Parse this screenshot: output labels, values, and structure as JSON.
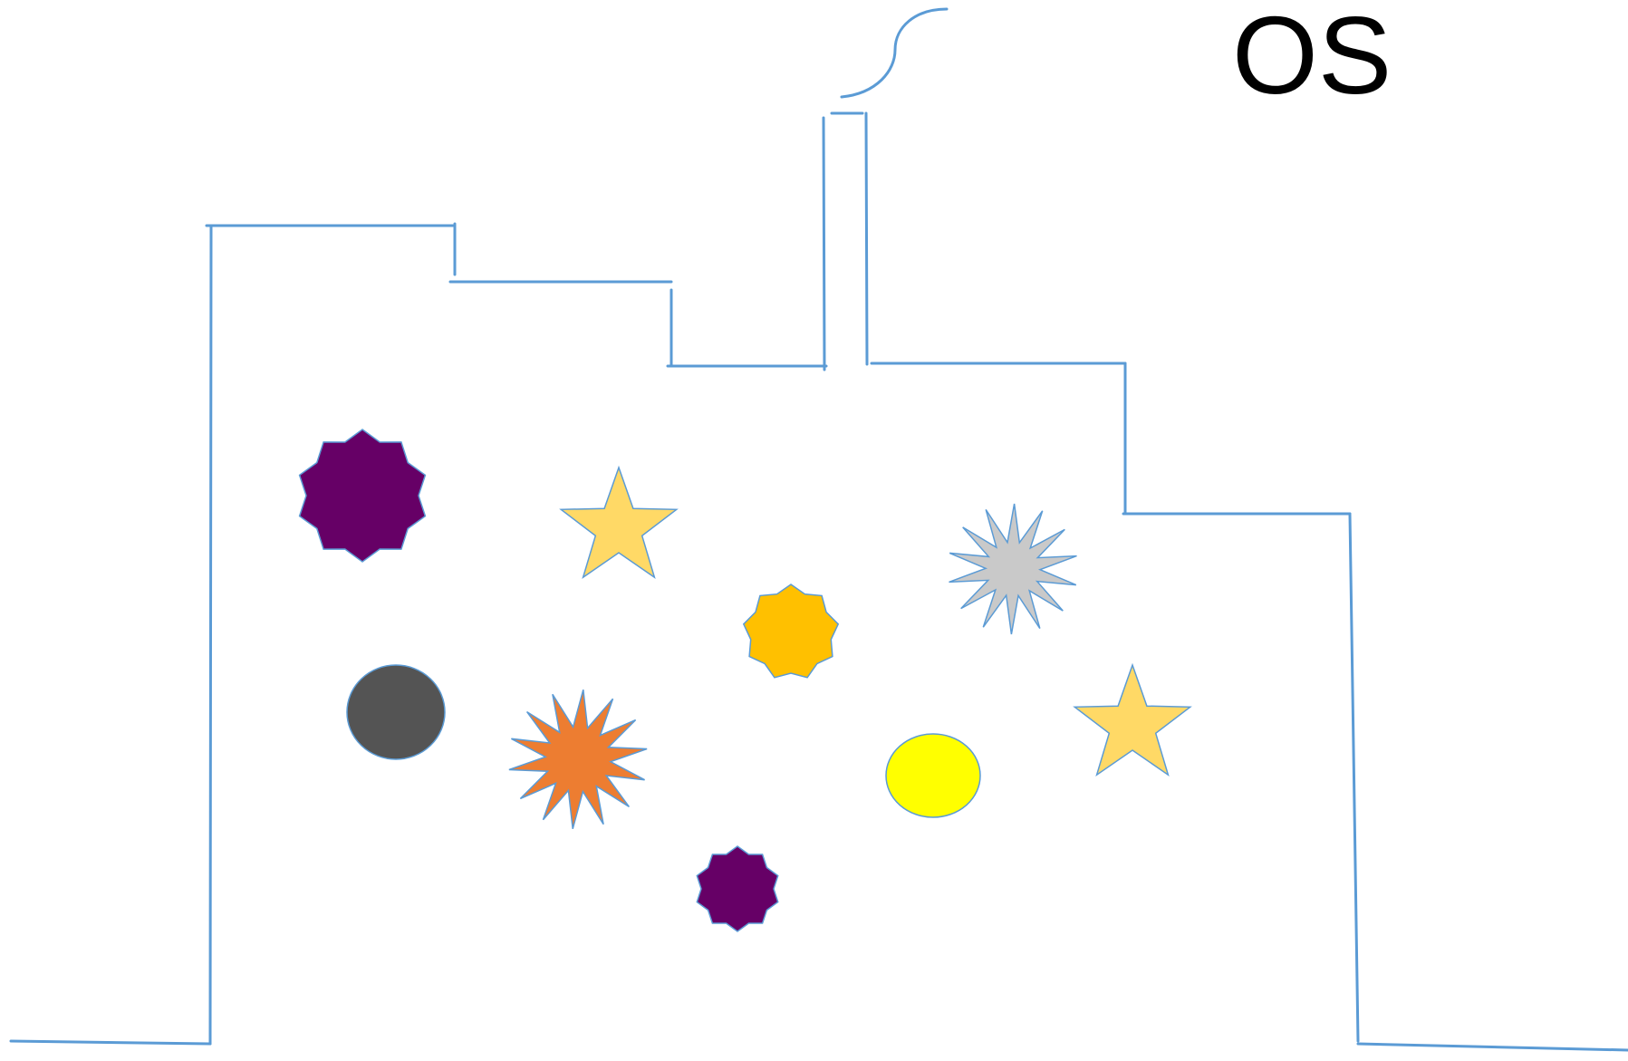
{
  "title": "OS",
  "colors": {
    "outline": "#5b9bd5",
    "purple": "#660066",
    "light_gold": "#ffd966",
    "gold": "#ffc000",
    "silver": "#c9c9c9",
    "dark_gray": "#545454",
    "orange": "#ed7d31",
    "yellow": "#ffff00"
  },
  "items": [
    {
      "id": "purple-badge-large",
      "kind": "badge",
      "color": "purple"
    },
    {
      "id": "star-1",
      "kind": "star",
      "color": "light_gold"
    },
    {
      "id": "gold-badge",
      "kind": "badge",
      "color": "gold"
    },
    {
      "id": "silver-burst",
      "kind": "burst",
      "color": "silver"
    },
    {
      "id": "dark-gray-circle",
      "kind": "circle",
      "color": "dark_gray"
    },
    {
      "id": "orange-burst",
      "kind": "burst",
      "color": "orange"
    },
    {
      "id": "yellow-circle",
      "kind": "circle",
      "color": "yellow"
    },
    {
      "id": "star-2",
      "kind": "star",
      "color": "light_gold"
    },
    {
      "id": "purple-badge-small",
      "kind": "badge",
      "color": "purple"
    }
  ]
}
